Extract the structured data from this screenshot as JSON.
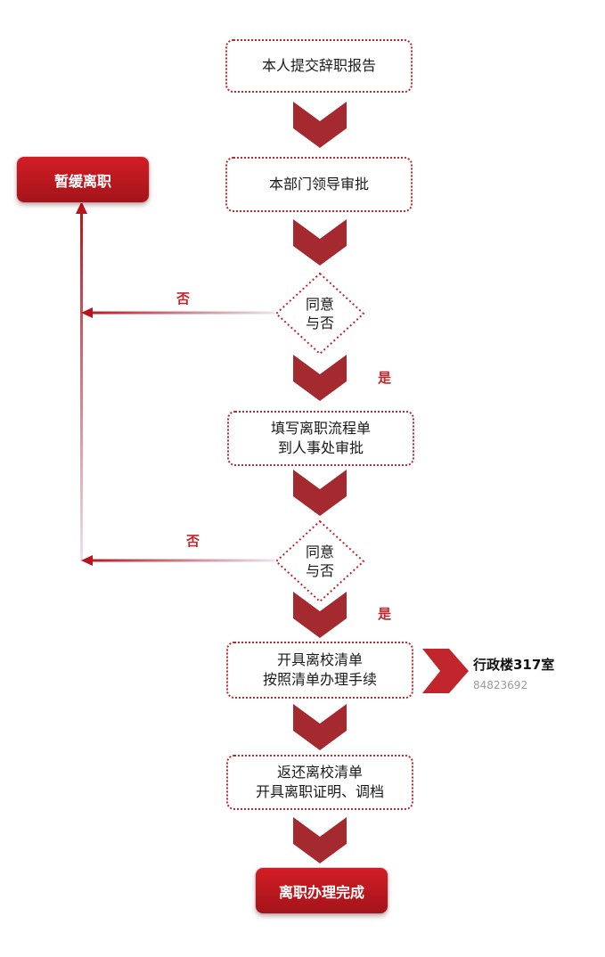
{
  "steps": {
    "submit": "本人提交辞职报告",
    "dept_approval": "本部门领导审批",
    "fill_form_line1": "填写离职流程单",
    "fill_form_line2": "到人事处审批",
    "checklist_line1": "开具离校清单",
    "checklist_line2": "按照清单办理手续",
    "return_line1": "返还离校清单",
    "return_line2": "开具离职证明、调档"
  },
  "decisions": {
    "first_line1": "同意",
    "first_line2": "与否",
    "second_line1": "同意",
    "second_line2": "与否"
  },
  "labels": {
    "yes_1": "是",
    "no_1": "否",
    "yes_2": "是",
    "no_2": "否"
  },
  "terminals": {
    "suspend": "暂缓离职",
    "complete": "离职办理完成"
  },
  "office_info": {
    "location": "行政楼317室",
    "phone": "84823692"
  },
  "colors": {
    "accent": "#c0262c",
    "chevron": "#a52a2f"
  }
}
